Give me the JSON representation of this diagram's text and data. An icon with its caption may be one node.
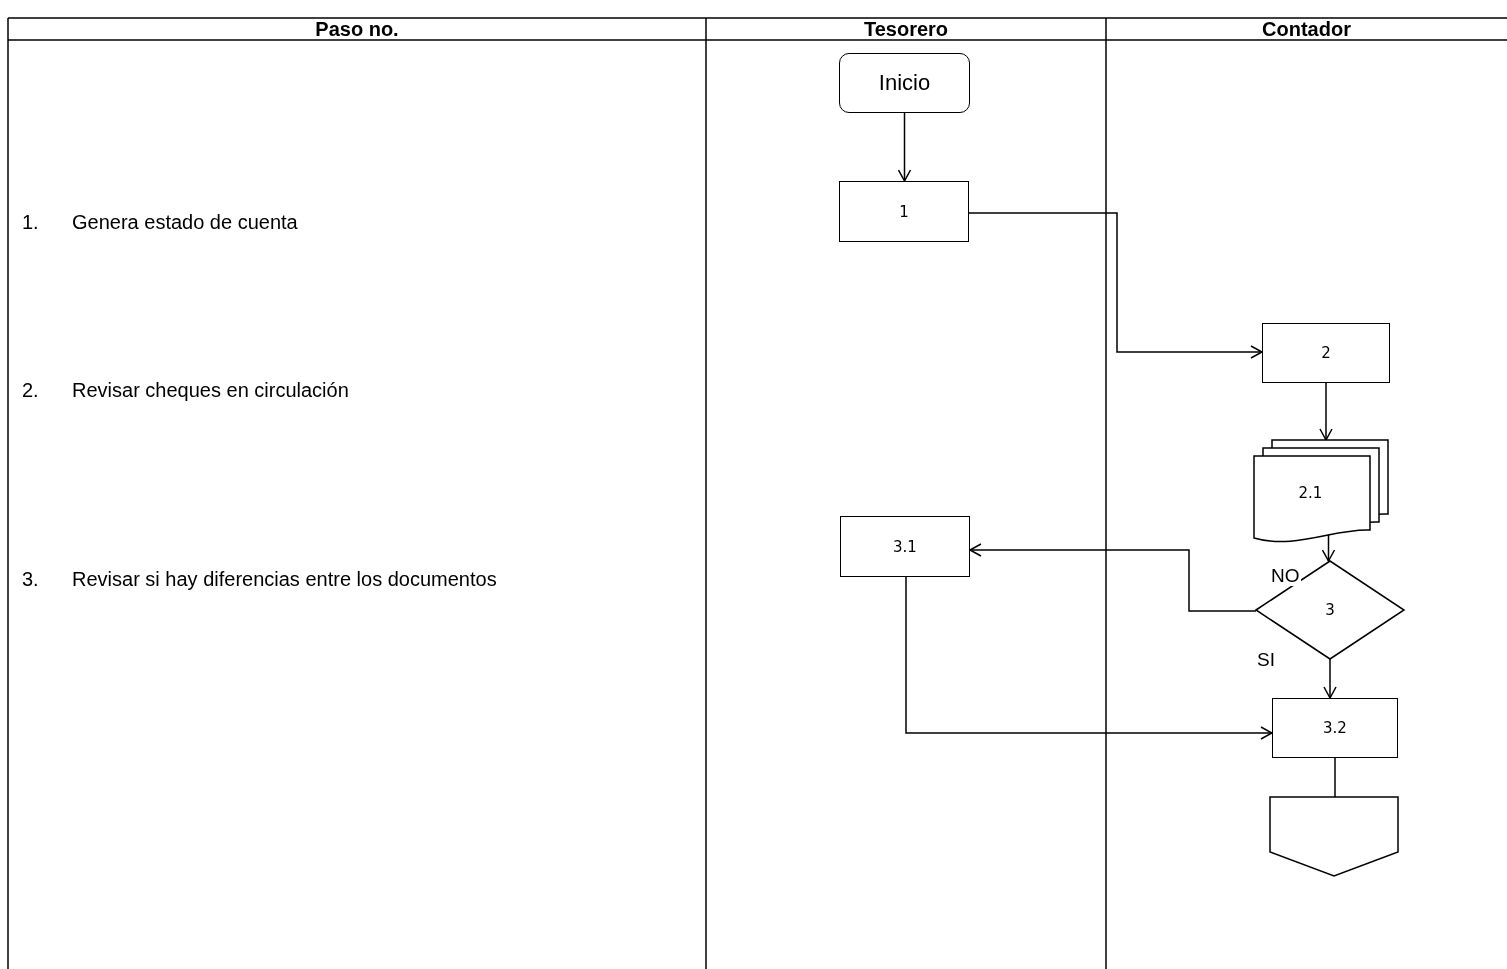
{
  "diagram": {
    "nodes": [
      {
        "text": [
          "Inicio"
        ]
      },
      {
        "text": [
          "1"
        ]
      },
      {
        "text": [
          "2"
        ]
      },
      {
        "text": [
          "2.1"
        ]
      },
      {
        "text": [
          "3"
        ]
      },
      {
        "text": [
          "3.1"
        ]
      },
      {
        "text": [
          "3.2"
        ]
      },
      {
        "text": [],
        "shape": "pentagon"
      }
    ],
    "edges": [
      {
        "from": 0,
        "to": 1,
        "arrow": "to"
      },
      {
        "from": 1,
        "to": 2,
        "arrow": "to"
      },
      {
        "from": 2,
        "to": 3,
        "arrow": "to"
      },
      {
        "from": 3,
        "to": 4,
        "arrow": "to"
      },
      {
        "from": 4,
        "to": 5,
        "arrow": "to",
        "label": "NO"
      },
      {
        "from": 4,
        "to": 6,
        "arrow": "to",
        "label": "SI"
      },
      {
        "from": 5,
        "to": 6,
        "arrow": "to"
      },
      {
        "from": 6,
        "to": 7,
        "arrow": "none"
      }
    ],
    "labels": [
      "Paso no.",
      "Tesorero",
      "Contador",
      "1.",
      "Genera estado de cuenta",
      "2.",
      "Revisar cheques en circulación",
      "3.",
      "Revisar si hay diferencias entre los documentos"
    ]
  }
}
